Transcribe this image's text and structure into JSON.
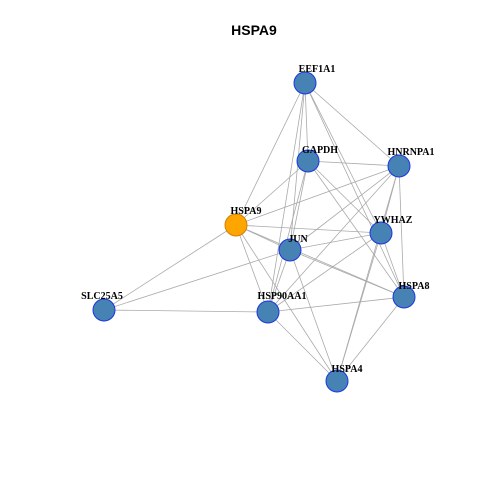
{
  "title": "HSPA9",
  "colors": {
    "node_fill": "#4682B4",
    "node_stroke": "#1A36E0",
    "focus_fill": "#FFA500",
    "focus_stroke": "#D08000",
    "edge": "#AAAAAA"
  },
  "nodes": [
    {
      "id": "EEF1A1",
      "label": "EEF1A1",
      "focus": false
    },
    {
      "id": "GAPDH",
      "label": "GAPDH",
      "focus": false
    },
    {
      "id": "HNRNPA1",
      "label": "HNRNPA1",
      "focus": false
    },
    {
      "id": "HSPA9",
      "label": "HSPA9",
      "focus": true
    },
    {
      "id": "YWHAZ",
      "label": "YWHAZ",
      "focus": false
    },
    {
      "id": "JUN",
      "label": "JUN",
      "focus": false
    },
    {
      "id": "SLC25A5",
      "label": "SLC25A5",
      "focus": false
    },
    {
      "id": "HSP90AA1",
      "label": "HSP90AA1",
      "focus": false
    },
    {
      "id": "HSPA8",
      "label": "HSPA8",
      "focus": false
    },
    {
      "id": "HSPA4",
      "label": "HSPA4",
      "focus": false
    }
  ],
  "edges": [
    [
      "EEF1A1",
      "GAPDH"
    ],
    [
      "EEF1A1",
      "HNRNPA1"
    ],
    [
      "EEF1A1",
      "HSPA9"
    ],
    [
      "EEF1A1",
      "YWHAZ"
    ],
    [
      "EEF1A1",
      "JUN"
    ],
    [
      "EEF1A1",
      "HSP90AA1"
    ],
    [
      "EEF1A1",
      "HSPA8"
    ],
    [
      "GAPDH",
      "HNRNPA1"
    ],
    [
      "GAPDH",
      "HSPA9"
    ],
    [
      "GAPDH",
      "YWHAZ"
    ],
    [
      "GAPDH",
      "JUN"
    ],
    [
      "GAPDH",
      "HSP90AA1"
    ],
    [
      "GAPDH",
      "HSPA8"
    ],
    [
      "HNRNPA1",
      "YWHAZ"
    ],
    [
      "HNRNPA1",
      "JUN"
    ],
    [
      "HNRNPA1",
      "HSP90AA1"
    ],
    [
      "HNRNPA1",
      "HSPA8"
    ],
    [
      "HNRNPA1",
      "HSPA4"
    ],
    [
      "HNRNPA1",
      "HSPA9"
    ],
    [
      "HSPA9",
      "JUN"
    ],
    [
      "HSPA9",
      "YWHAZ"
    ],
    [
      "HSPA9",
      "HSP90AA1"
    ],
    [
      "HSPA9",
      "HSPA8"
    ],
    [
      "HSPA9",
      "SLC25A5"
    ],
    [
      "HSPA9",
      "HSPA4"
    ],
    [
      "YWHAZ",
      "JUN"
    ],
    [
      "YWHAZ",
      "HSP90AA1"
    ],
    [
      "YWHAZ",
      "HSPA8"
    ],
    [
      "YWHAZ",
      "HSPA4"
    ],
    [
      "JUN",
      "HSP90AA1"
    ],
    [
      "JUN",
      "HSPA8"
    ],
    [
      "JUN",
      "HSPA4"
    ],
    [
      "SLC25A5",
      "HSP90AA1"
    ],
    [
      "SLC25A5",
      "JUN"
    ],
    [
      "HSP90AA1",
      "HSPA8"
    ],
    [
      "HSP90AA1",
      "HSPA4"
    ],
    [
      "HSPA8",
      "HSPA4"
    ]
  ]
}
